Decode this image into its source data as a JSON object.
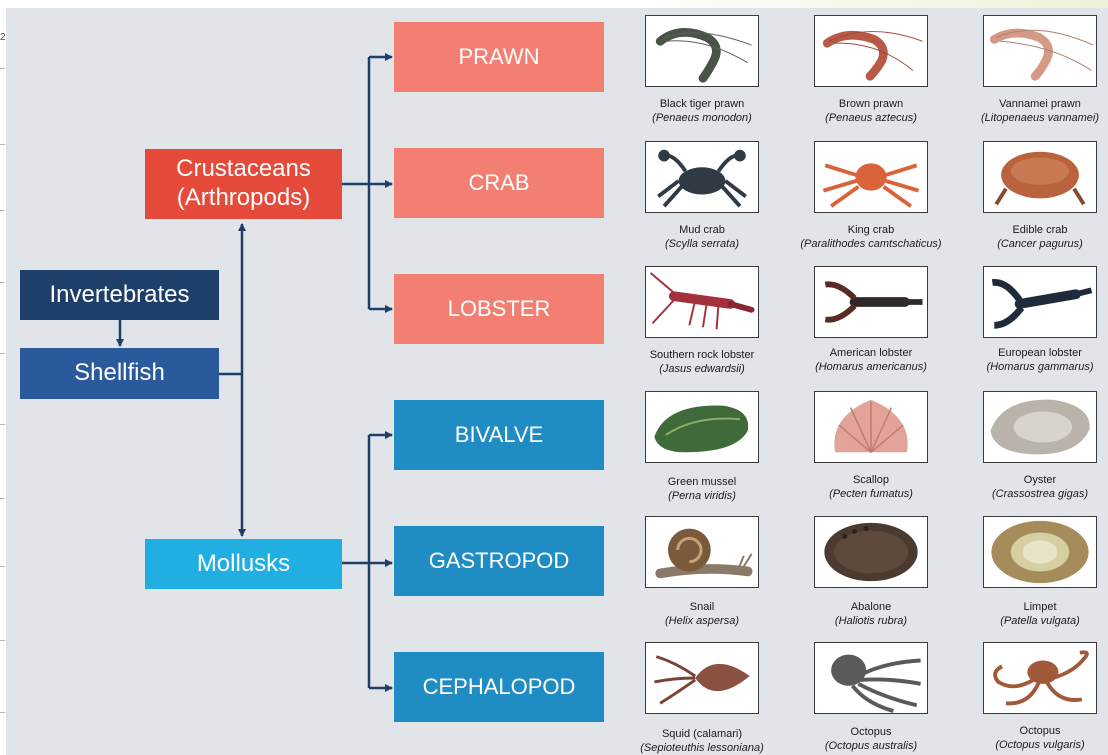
{
  "page_number": "2",
  "hierarchy": {
    "root": "Invertebrates",
    "group": "Shellfish",
    "branches": [
      {
        "label": "Crustaceans\n(Arthropods)",
        "line1": "Crustaceans",
        "line2": "(Arthropods)",
        "subgroups": [
          "PRAWN",
          "CRAB",
          "LOBSTER"
        ]
      },
      {
        "label": "Mollusks",
        "subgroups": [
          "BIVALVE",
          "GASTROPOD",
          "CEPHALOPOD"
        ]
      }
    ]
  },
  "rows": [
    {
      "category": "PRAWN",
      "color": "#f37f73",
      "species": [
        {
          "name": "Black tiger prawn",
          "scientific": "(Penaeus  monodon)",
          "icon": "prawn-icon"
        },
        {
          "name": "Brown prawn",
          "scientific": "(Penaeus  aztecus)",
          "icon": "prawn-icon"
        },
        {
          "name": "Vannamei   prawn",
          "scientific": "(Litopenaeus  vannamei)",
          "icon": "prawn-icon"
        }
      ]
    },
    {
      "category": "CRAB",
      "color": "#f37f73",
      "species": [
        {
          "name": "Mud crab",
          "scientific": "(Scylla  serrata)",
          "icon": "crab-icon"
        },
        {
          "name": "King crab",
          "scientific": "(Paralithodes  camtschaticus)",
          "icon": "crab-icon"
        },
        {
          "name": "Edible crab",
          "scientific": "(Cancer  pagurus)",
          "icon": "crab-icon"
        }
      ]
    },
    {
      "category": "LOBSTER",
      "color": "#f37f73",
      "species": [
        {
          "name": "Southern rock lobster",
          "scientific": "(Jasus  edwardsii)",
          "icon": "lobster-icon"
        },
        {
          "name": "American lobster",
          "scientific": "(Homarus  americanus)",
          "icon": "lobster-icon"
        },
        {
          "name": "European lobster",
          "scientific": "(Homarus  gammarus)",
          "icon": "lobster-icon"
        }
      ]
    },
    {
      "category": "BIVALVE",
      "color": "#1f8dc4",
      "species": [
        {
          "name": "Green mussel",
          "scientific": "(Perna  viridis)",
          "icon": "mussel-icon"
        },
        {
          "name": "Scallop",
          "scientific": "(Pecten  fumatus)",
          "icon": "scallop-icon"
        },
        {
          "name": "Oyster",
          "scientific": "(Crassostrea  gigas)",
          "icon": "oyster-icon"
        }
      ]
    },
    {
      "category": "GASTROPOD",
      "color": "#1f8dc4",
      "species": [
        {
          "name": "Snail",
          "scientific": "(Helix  aspersa)",
          "icon": "snail-icon"
        },
        {
          "name": "Abalone",
          "scientific": "(Haliotis  rubra)",
          "icon": "abalone-icon"
        },
        {
          "name": "Limpet",
          "scientific": "(Patella  vulgata)",
          "icon": "limpet-icon"
        }
      ]
    },
    {
      "category": "CEPHALOPOD",
      "color": "#1f8dc4",
      "species": [
        {
          "name": "Squid (calamari)",
          "scientific": "(Sepioteuthis  lessoniana)",
          "icon": "squid-icon"
        },
        {
          "name": "Octopus",
          "scientific": "(Octopus  australis)",
          "icon": "octopus-icon"
        },
        {
          "name": "Octopus",
          "scientific": "(Octopus vulgaris)",
          "icon": "octopus-icon"
        }
      ]
    }
  ],
  "colors": {
    "invertebrates": "#1f3f6b",
    "shellfish": "#2a5a9b",
    "crustaceans": "#e64a3a",
    "crustacean_subgroups": "#f37f73",
    "mollusks": "#21aee2",
    "mollusk_subgroups": "#1f8dc4",
    "connector": "#1f3f6b",
    "background": "#e1e5e9"
  }
}
